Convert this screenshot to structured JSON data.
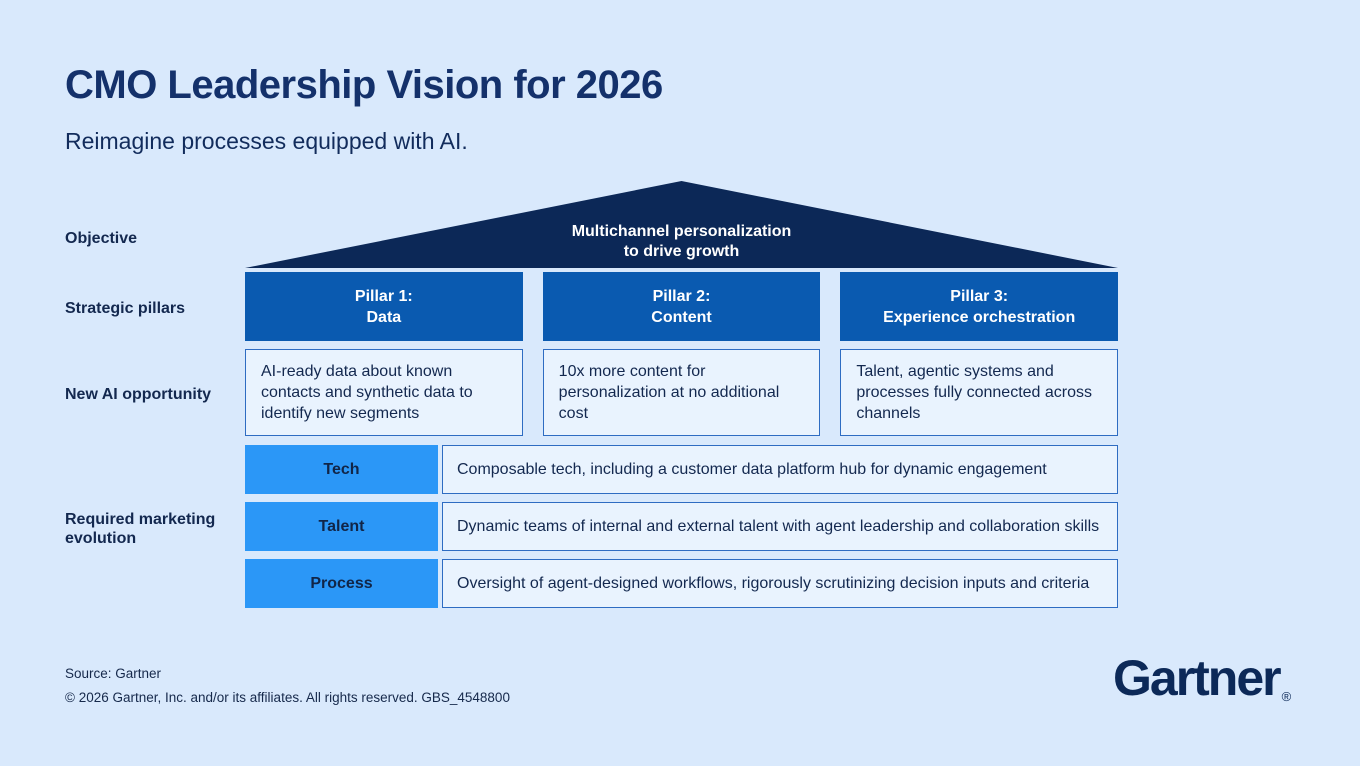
{
  "header": {
    "title": "CMO Leadership Vision for 2026",
    "subtitle": "Reimagine processes equipped with AI."
  },
  "colors": {
    "background": "#d9e9fc",
    "roof_navy": "#0c2857",
    "title_navy": "#14316b",
    "pillar_blue": "#0a5ab0",
    "bright_blue": "#2b97f7",
    "box_fill": "#e9f3fe",
    "box_border": "#2e6cc2",
    "text_navy": "#13284f",
    "white": "#ffffff"
  },
  "diagram": {
    "row_labels": {
      "objective": "Objective",
      "strategic_pillars": "Strategic pillars",
      "new_ai_opportunity": "New AI opportunity",
      "required_marketing_evolution": "Required marketing evolution"
    },
    "objective": {
      "line1": "Multichannel personalization",
      "line2": "to drive growth"
    },
    "pillars": [
      {
        "line1": "Pillar 1:",
        "line2": "Data",
        "opportunity": "AI-ready data about known contacts and synthetic data to identify new segments"
      },
      {
        "line1": "Pillar 2:",
        "line2": "Content",
        "opportunity": "10x more content for personalization at no additional cost"
      },
      {
        "line1": "Pillar 3:",
        "line2": "Experience orchestration",
        "opportunity": "Talent, agentic systems and processes fully connected across channels"
      }
    ],
    "evolution_rows": [
      {
        "label": "Tech",
        "description": "Composable tech, including a customer data platform hub for dynamic engagement"
      },
      {
        "label": "Talent",
        "description": "Dynamic teams of internal and external talent with agent leadership and collaboration skills"
      },
      {
        "label": "Process",
        "description": "Oversight of agent-designed workflows, rigorously scrutinizing decision inputs and criteria"
      }
    ]
  },
  "footer": {
    "source": "Source: Gartner",
    "copyright": "© 2026 Gartner, Inc. and/or its affiliates. All rights reserved. GBS_4548800",
    "logo_text": "Gartner",
    "logo_registered": "®"
  }
}
